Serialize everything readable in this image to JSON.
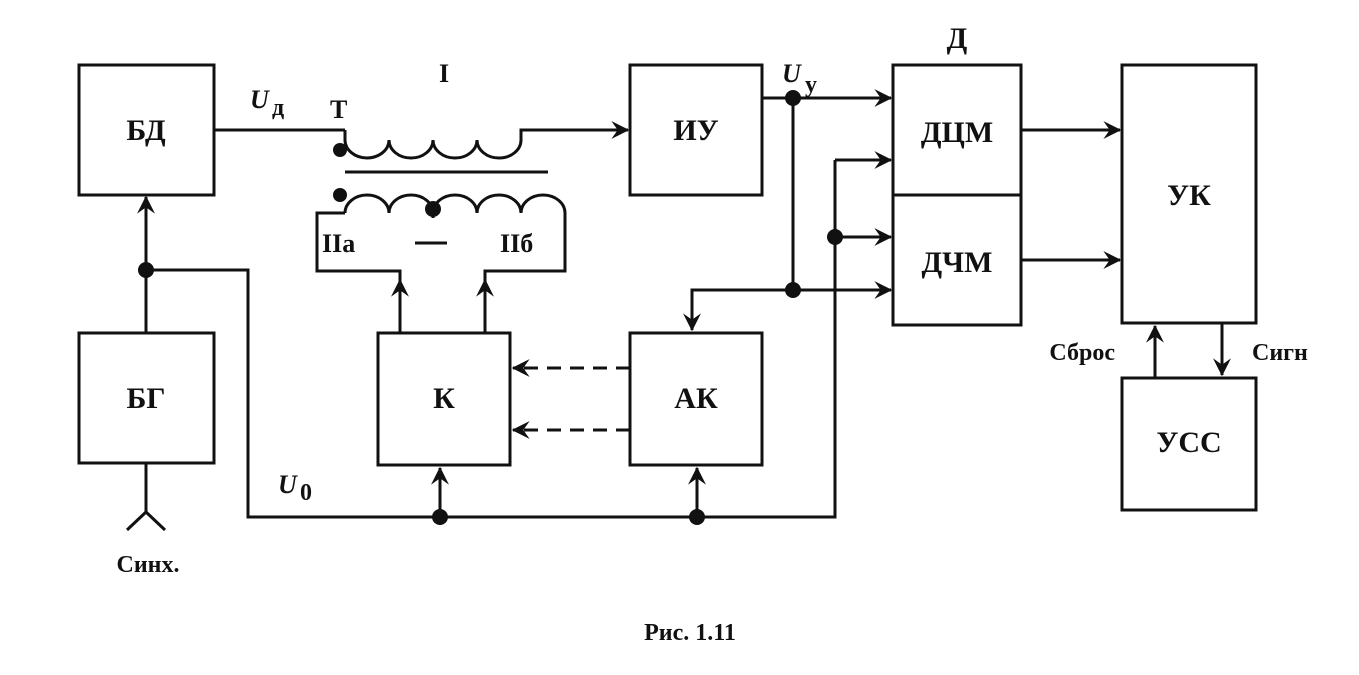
{
  "blocks": {
    "bd": "БД",
    "bg": "БГ",
    "iu": "ИУ",
    "k": "К",
    "ak": "АК",
    "d": "Д",
    "dcm": "ДЦМ",
    "dchm": "ДЧМ",
    "uk": "УК",
    "uss": "УСС"
  },
  "labels": {
    "u_d_main": "U",
    "u_d_sub": "д",
    "t": "Т",
    "winding_1": "I",
    "winding_2a": "IIа",
    "winding_2b": "IIб",
    "u_y_main": "U",
    "u_y_sub": "у",
    "u_0_main": "U",
    "u_0_sub": "0",
    "sync": "Синх.",
    "reset": "Сброс",
    "signal": "Сигн",
    "caption": "Рис. 1.11"
  }
}
